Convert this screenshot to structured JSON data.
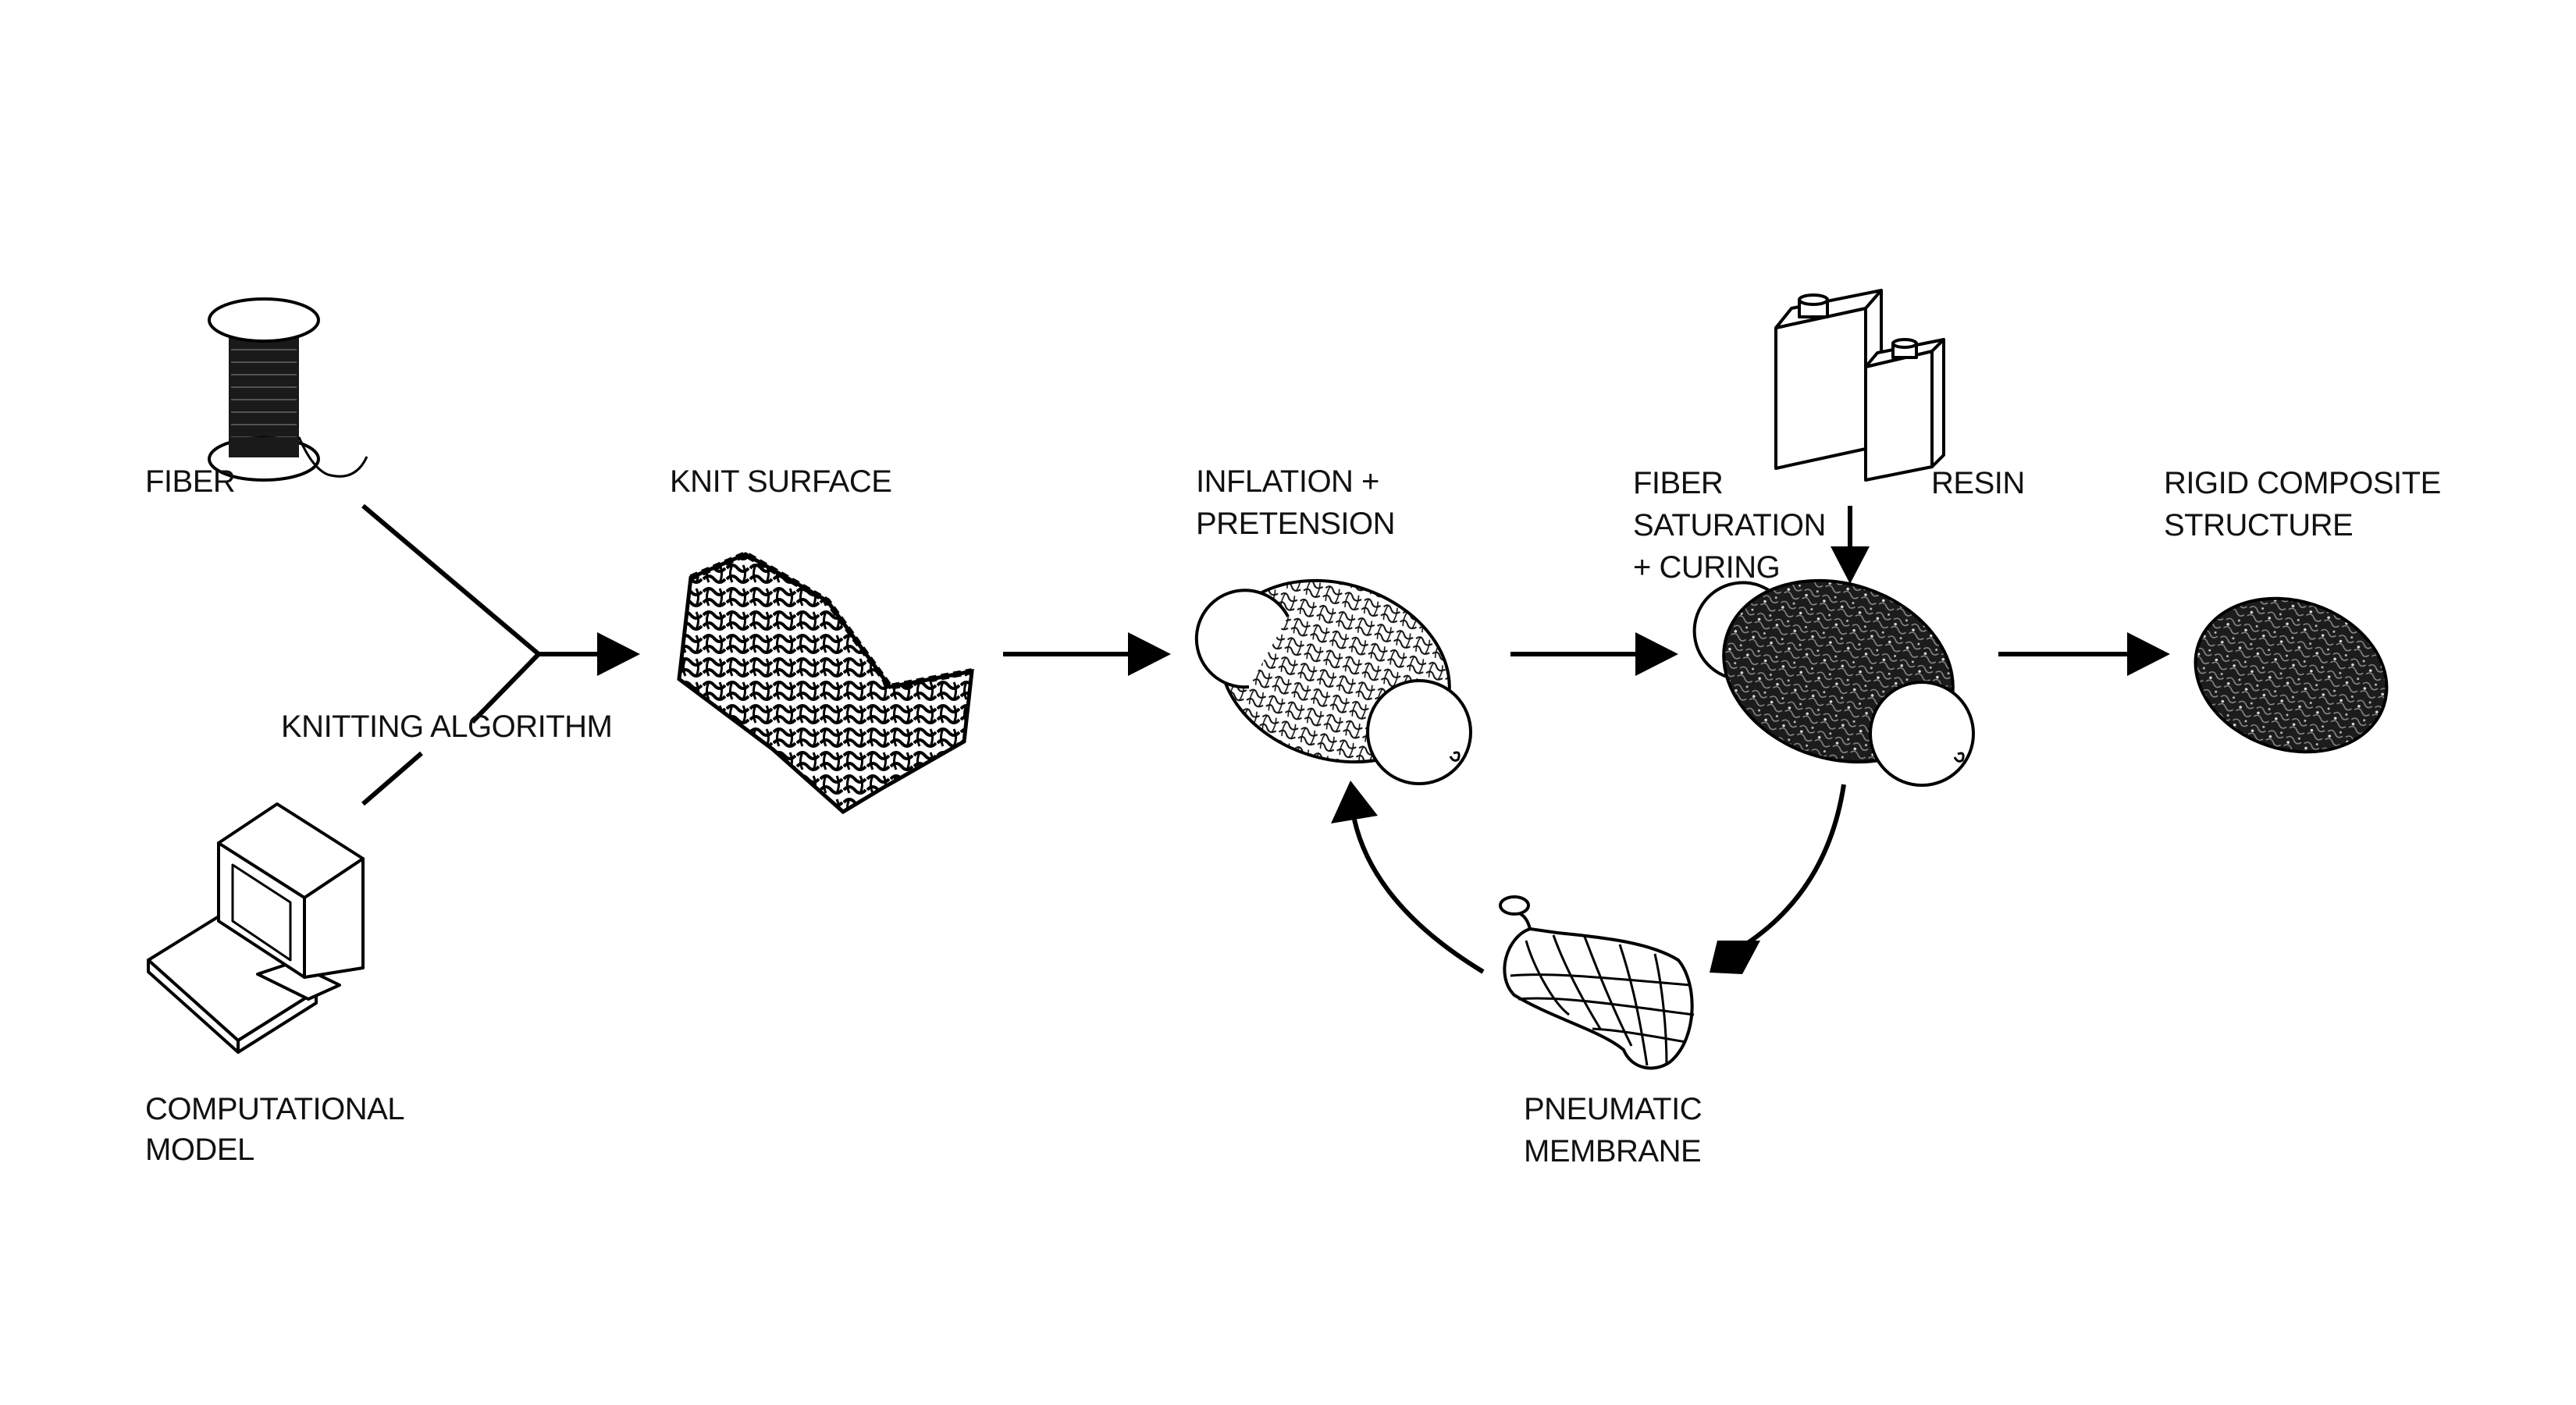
{
  "labels": {
    "fiber": "FIBER",
    "knitting_algorithm": "KNITTING ALGORITHM",
    "computational_model": [
      "COMPUTATIONAL",
      "MODEL"
    ],
    "knit_surface": "KNIT SURFACE",
    "inflation_pretension": [
      "INFLATION +",
      "PRETENSION"
    ],
    "fiber_saturation_curing": [
      "FIBER",
      "SATURATION",
      "+ CURING"
    ],
    "resin": "RESIN",
    "rigid_composite_structure": [
      "RIGID COMPOSITE",
      "STRUCTURE"
    ],
    "pneumatic_membrane": [
      "PNEUMATIC",
      "MEMBRANE"
    ]
  },
  "icons": {
    "fiber": "fiber-spool-icon",
    "computer": "computer-icon",
    "resin": "resin-canisters-icon",
    "membrane": "pneumatic-membrane-icon"
  },
  "colors": {
    "line": "#000000",
    "cured": "#1c1c1c",
    "background": "#ffffff"
  }
}
